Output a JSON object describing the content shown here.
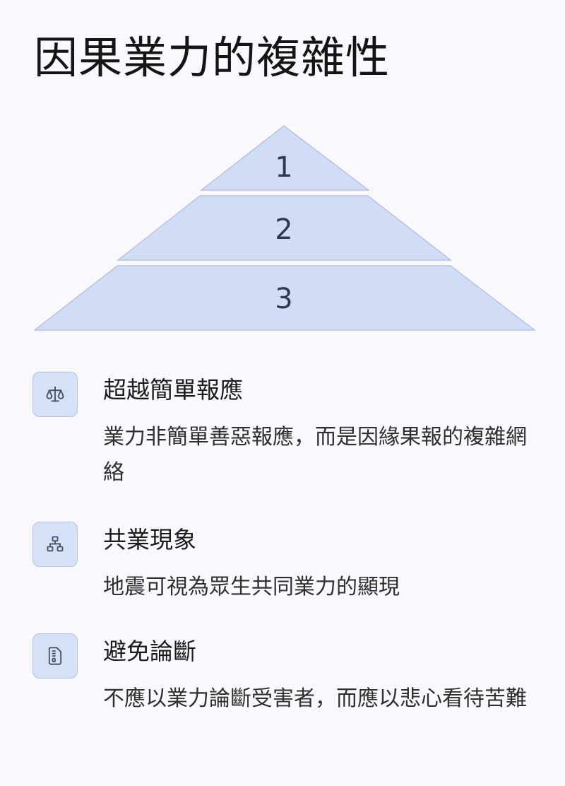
{
  "title": "因果業力的複雜性",
  "pyramid": {
    "tiers": [
      {
        "label": "1"
      },
      {
        "label": "2"
      },
      {
        "label": "3"
      }
    ]
  },
  "items": [
    {
      "icon": "balance-scale-icon",
      "title": "超越簡單報應",
      "description": "業力非簡單善惡報應，而是因緣果報的複雜網絡"
    },
    {
      "icon": "network-icon",
      "title": "共業現象",
      "description": "地震可視為眾生共同業力的顯現"
    },
    {
      "icon": "document-icon",
      "title": "避免論斷",
      "description": "不應以業力論斷受害者，而應以悲心看待苦難"
    }
  ],
  "colors": {
    "background": "#f8f8fd",
    "tier_fill": "#d1ddf7",
    "tier_stroke": "#aebcdc",
    "icon_box": "#d6e1f8",
    "icon_stroke": "#4a5064"
  }
}
